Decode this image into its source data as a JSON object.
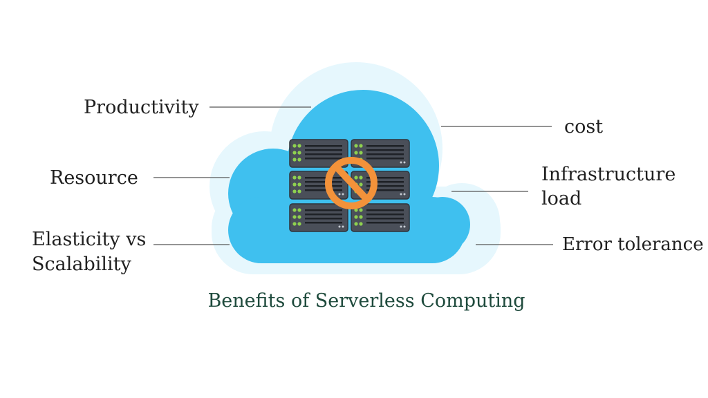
{
  "diagram": {
    "caption": "Benefits of Serverless Computing",
    "labels": {
      "productivity": "Productivity",
      "resource": "Resource",
      "elasticity_line1": "Elasticity vs",
      "elasticity_line2": "Scalability",
      "cost": "cost",
      "infrastructure_line1": "Infrastructure",
      "infrastructure_line2": "load",
      "error_tolerance": "Error tolerance"
    },
    "colors": {
      "cloud_main": "#3fc0ef",
      "cloud_glow": "#e3f6fd",
      "server_body": "#4a4f59",
      "server_led": "#8fd14f",
      "no_sign": "#f3923a",
      "caption": "#1e4a3c"
    },
    "icons": [
      "cloud-icon",
      "server-rack-icon",
      "no-sign-icon"
    ]
  }
}
